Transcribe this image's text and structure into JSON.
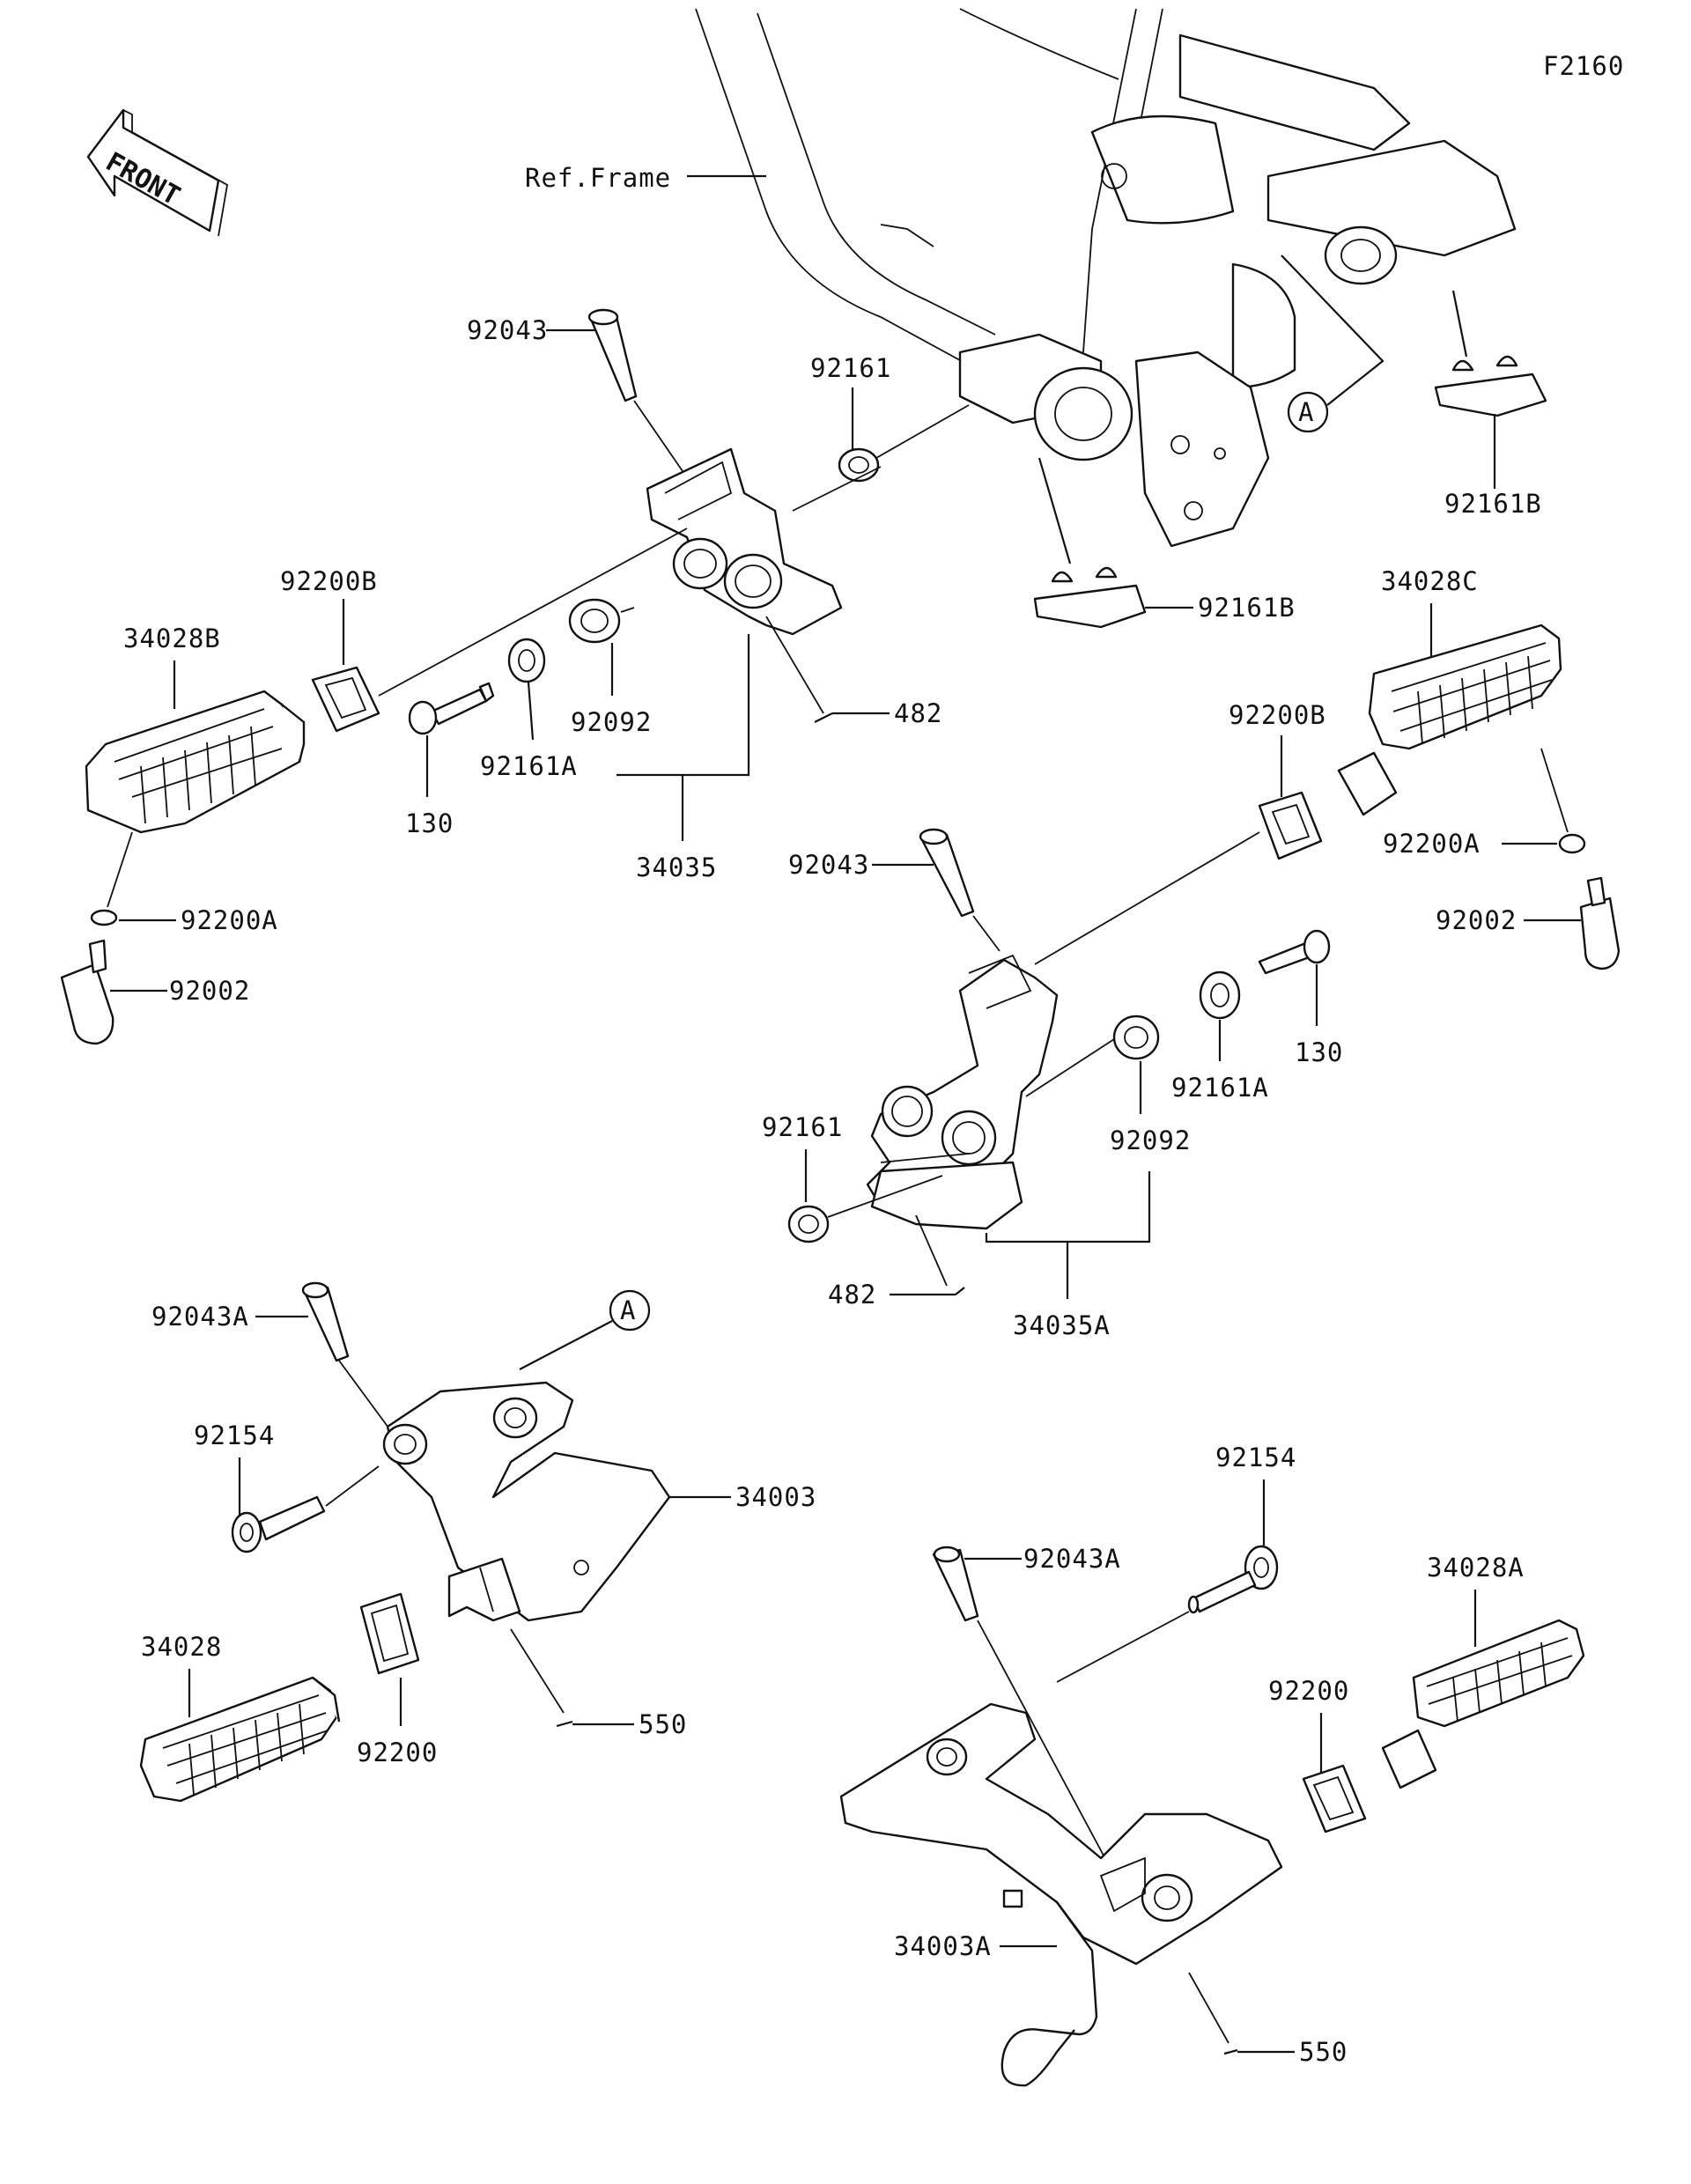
{
  "figure_code": "F2160",
  "front_label": "FRONT",
  "ref_frame_label": "Ref.Frame",
  "callout_circle": "A",
  "part_labels": {
    "p92043_top": "92043",
    "p92161_top": "92161",
    "p92200b_left": "92200B",
    "p34028b": "34028B",
    "p130_left": "130",
    "p92161a_left": "92161A",
    "p92092_left": "92092",
    "p482_top": "482",
    "p34035": "34035",
    "p92200a_left": "92200A",
    "p92002_left": "92002",
    "p92161b_upper": "92161B",
    "p92161b_mid": "92161B",
    "p34028c": "34028C",
    "p92200b_right": "92200B",
    "p92200a_right": "92200A",
    "p92002_right": "92002",
    "p92043_mid": "92043",
    "p130_right": "130",
    "p92161a_right": "92161A",
    "p92161_mid": "92161",
    "p92092_right": "92092",
    "p482_mid": "482",
    "p34035a": "34035A",
    "p92043a_left": "92043A",
    "p92154_left": "92154",
    "p34003": "34003",
    "p34028": "34028",
    "p92200_left": "92200",
    "p550_left": "550",
    "p92154_right": "92154",
    "p92043a_right": "92043A",
    "p34028a": "34028A",
    "p92200_right": "92200",
    "p34003a": "34003A",
    "p550_right": "550"
  }
}
